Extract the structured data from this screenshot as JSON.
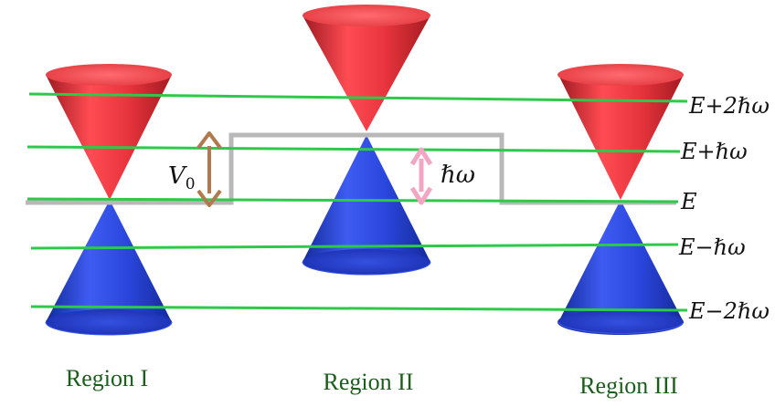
{
  "colors": {
    "upper_cone": "#e8343c",
    "lower_cone": "#2342d8",
    "energy_line": "#2ec84a",
    "barrier": "#b8b8b8",
    "v0_arrow": "#b07a4e",
    "hw_arrow": "#f3a6c3",
    "region_label": "#1b5e1b"
  },
  "energy_levels": {
    "e_plus_2hw": "E+2ℏω",
    "e_plus_hw": "E+ℏω",
    "e": "E",
    "e_minus_hw": "E−ℏω",
    "e_minus_2hw": "E−2ℏω"
  },
  "annotations": {
    "barrier_height": "V",
    "barrier_height_sub": "0",
    "photon_energy": "ℏω"
  },
  "regions": {
    "region_1": "Region I",
    "region_2": "Region II",
    "region_3": "Region III"
  }
}
